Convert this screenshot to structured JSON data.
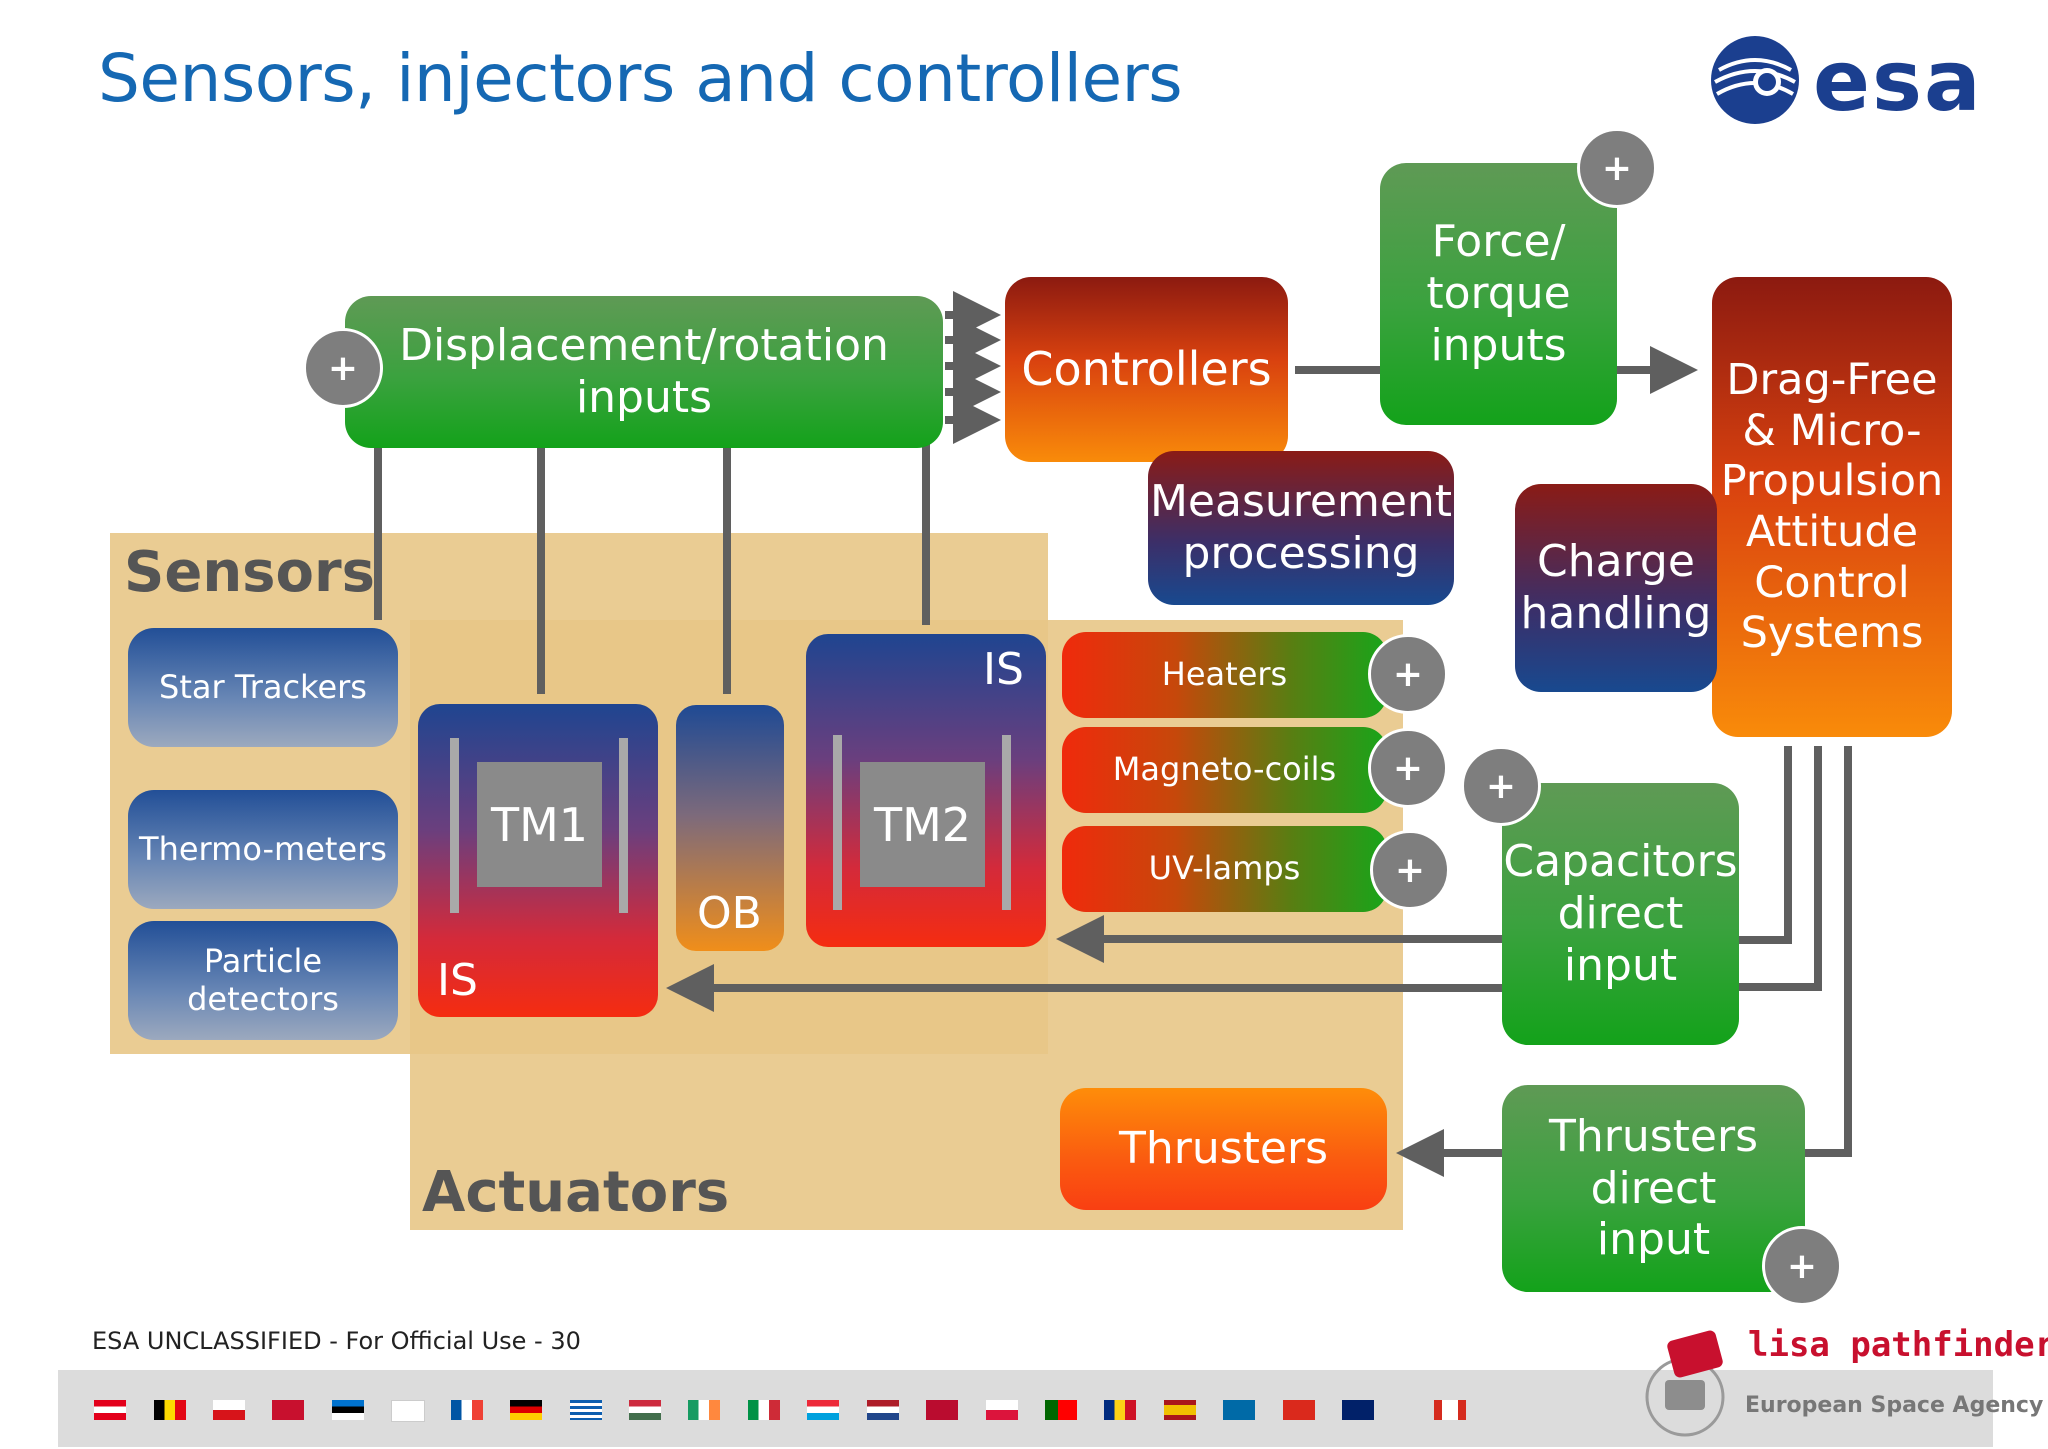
{
  "slide": {
    "title": "Sensors, injectors and controllers",
    "footer": "ESA UNCLASSIFIED - For Official Use - 30"
  },
  "logo": {
    "esa_text": "esa",
    "brand_color": "#1b3f8f"
  },
  "zones": {
    "sensors": "Sensors",
    "actuators": "Actuators"
  },
  "nodes": {
    "displacement": "Displacement/rotation inputs",
    "controllers": "Controllers",
    "force_torque": "Force/ torque inputs",
    "drag_free": "Drag-Free & Micro-Propulsion Attitude Control Systems",
    "measurement": "Measurement processing",
    "charge": "Charge handling",
    "star_trackers": "Star Trackers",
    "thermo_meters": "Thermo-meters",
    "particle": "Particle detectors",
    "tm1": "TM1",
    "is_left": "IS",
    "ob": "OB",
    "tm2": "TM2",
    "is_right": "IS",
    "heaters": "Heaters",
    "magneto": "Magneto-coils",
    "uv": "UV-lamps",
    "capacitors": "Capacitors direct input",
    "thrusters": "Thrusters",
    "thrusters_direct": "Thrusters direct input"
  },
  "plus_sign": "+",
  "colors": {
    "title_blue": "#1568b3",
    "connector_gray": "#5f5f5f",
    "zone_tan": "#e8c687"
  },
  "branding": {
    "lisa_title": "lisa pathfinder",
    "lisa_subtitle": "European Space Agency"
  }
}
